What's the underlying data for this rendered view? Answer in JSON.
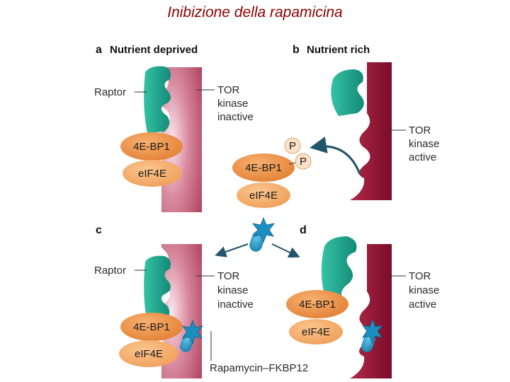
{
  "title": "Inibizione della rapamicina",
  "panels": {
    "a": {
      "letter": "a",
      "label": "Nutrient deprived"
    },
    "b": {
      "letter": "b",
      "label": "Nutrient rich"
    },
    "c": {
      "letter": "c"
    },
    "d": {
      "letter": "d"
    }
  },
  "labels": {
    "raptor": "Raptor",
    "tor": "TOR",
    "kinase": "kinase",
    "inactive": "inactive",
    "active": "active",
    "bp1": "4E-BP1",
    "eif4e": "eIF4E",
    "phospho": "P",
    "rapamycin": "Rapamycin–FKBP12"
  },
  "colors": {
    "title": "#8b0000",
    "tor_inactive": "#c0506e",
    "tor_active": "#8e1232",
    "raptor": "#1aa58e",
    "bp1": "#ec8a3c",
    "eif4e": "#f3a866",
    "rapamycin": "#1a8fc0",
    "phospho": "#fbe2c8",
    "arrow": "#23556b"
  }
}
